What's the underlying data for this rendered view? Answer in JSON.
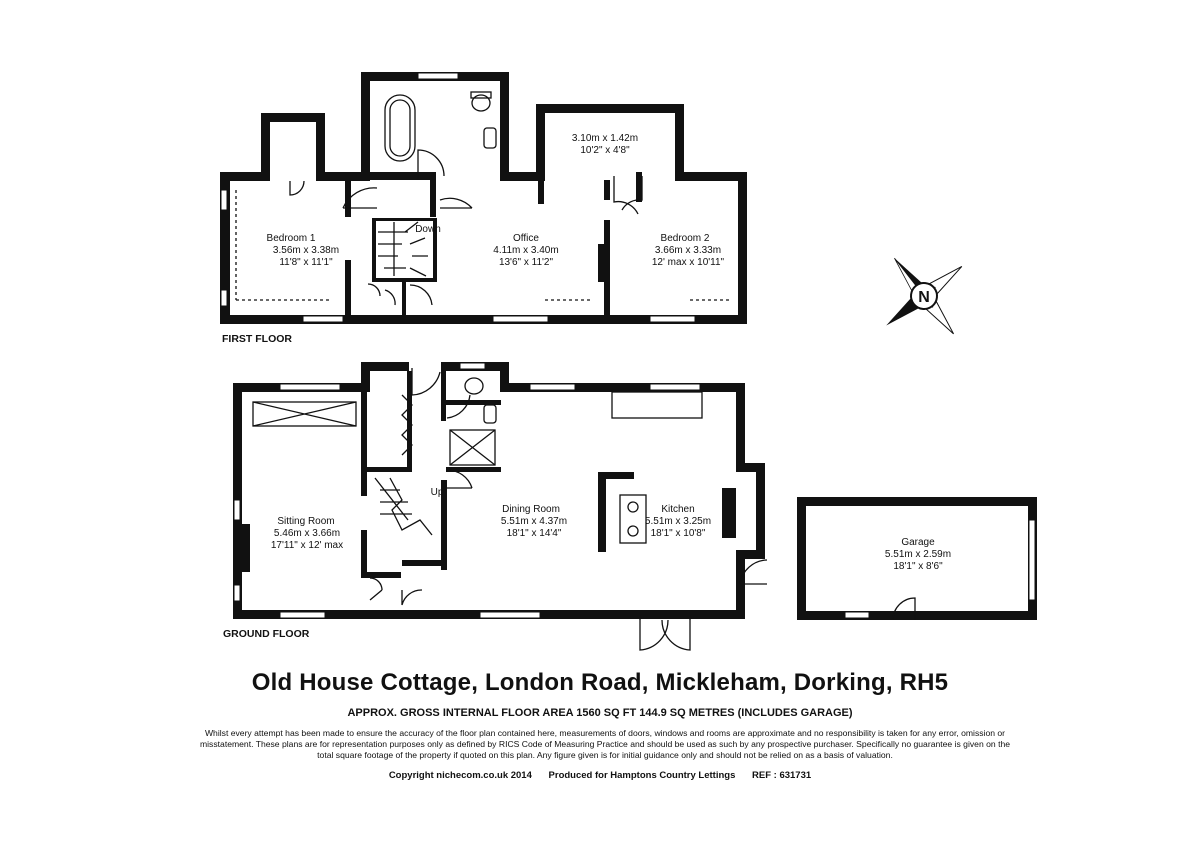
{
  "floors": {
    "first": "FIRST FLOOR",
    "ground": "GROUND FLOOR"
  },
  "rooms": {
    "bedroom1": {
      "name": "Bedroom 1",
      "metric": "3.56m x 3.38m",
      "imperial": "11'8\" x 11'1\""
    },
    "office": {
      "name": "Office",
      "metric": "4.11m x 3.40m",
      "imperial": "13'6\" x 11'2\""
    },
    "bedroom2": {
      "name": "Bedroom 2",
      "metric": "3.66m x 3.33m",
      "imperial": "12' max x 10'11\""
    },
    "store": {
      "metric": "3.10m x 1.42m",
      "imperial": "10'2\" x 4'8\""
    },
    "sitting": {
      "name": "Sitting Room",
      "metric": "5.46m x 3.66m",
      "imperial": "17'11\" x 12' max"
    },
    "dining": {
      "name": "Dining Room",
      "metric": "5.51m x 4.37m",
      "imperial": "18'1\" x 14'4\""
    },
    "kitchen": {
      "name": "Kitchen",
      "metric": "5.51m x 3.25m",
      "imperial": "18'1\" x 10'8\""
    },
    "garage": {
      "name": "Garage",
      "metric": "5.51m x 2.59m",
      "imperial": "18'1\" x 8'6\""
    }
  },
  "stairs": {
    "down": "Down",
    "up": "Up"
  },
  "compass": {
    "letter": "N"
  },
  "title": "Old House Cottage, London Road, Mickleham, Dorking, RH5",
  "area": "APPROX. GROSS INTERNAL FLOOR AREA 1560 SQ FT 144.9 SQ METRES (INCLUDES GARAGE)",
  "disclaimer": "Whilst every attempt has been made to ensure the accuracy of the floor plan contained here, measurements of doors, windows and rooms are approximate and no responsibility is taken for any error, omission or misstatement. These plans are for representation purposes only as defined by RICS Code of Measuring Practice and should be used as such by any prospective purchaser. Specifically no guarantee is given on the total square footage of the property if quoted on this plan. Any figure given is for initial guidance only and should not be relied on as a basis of valuation.",
  "footer": {
    "copyright": "Copyright nichecom.co.uk 2014",
    "produced": "Produced for Hamptons Country Lettings",
    "ref": "REF : 631731"
  }
}
